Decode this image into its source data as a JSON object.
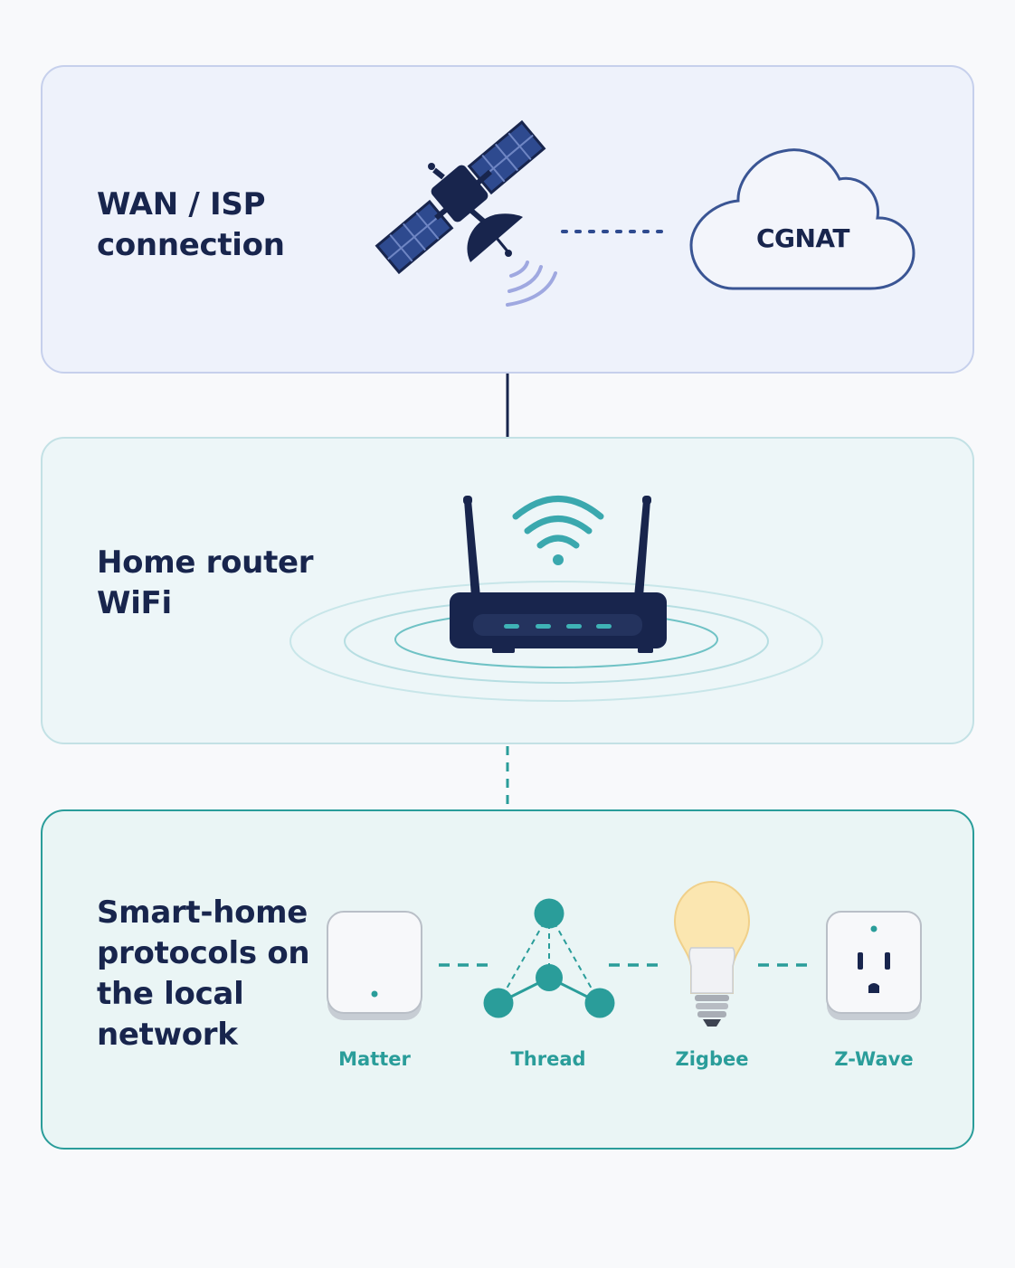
{
  "layers": {
    "wan": {
      "title": "WAN / ISP\nconnection",
      "cloud_label": "CGNAT"
    },
    "router": {
      "title": "Home router\nWiFi"
    },
    "smart_home": {
      "title": "Smart-home\nprotocols on\nthe local\nnetwork",
      "protocols": [
        {
          "label": "Matter"
        },
        {
          "label": "Thread"
        },
        {
          "label": "Zigbee"
        },
        {
          "label": "Z-Wave"
        }
      ]
    }
  },
  "colors": {
    "navy": "#18254d",
    "satellite_panel": "#2e4a8f",
    "cloud_stroke": "#3a5594",
    "signal_lilac": "#9fa8e0",
    "teal": "#2a9d9a",
    "wifi_teal": "#3aa8ae",
    "bulb_glow": "#fbe6b0"
  }
}
